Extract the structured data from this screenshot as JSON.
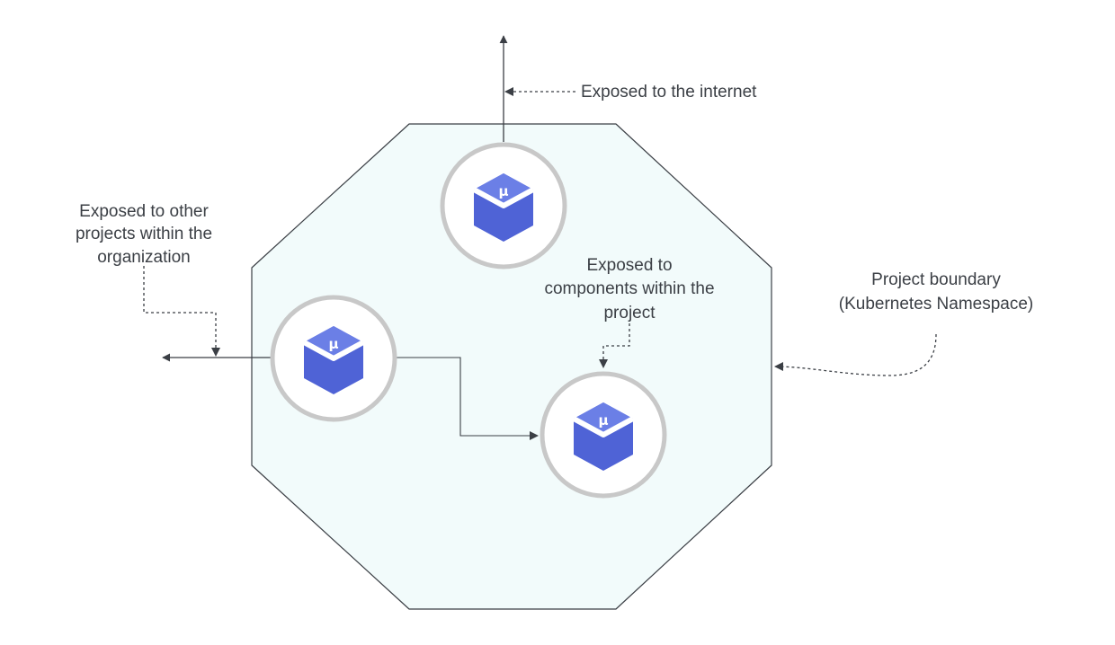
{
  "labels": {
    "internet": "Exposed to the internet",
    "organization": [
      "Exposed to other",
      "projects within the",
      "organization"
    ],
    "project": [
      "Exposed to",
      "components within the",
      "project"
    ],
    "boundary": [
      "Project boundary",
      "(Kubernetes Namespace)"
    ]
  },
  "components": [
    {
      "id": "top",
      "icon": "microservice-cube-icon",
      "glyph": "μ"
    },
    {
      "id": "left",
      "icon": "microservice-cube-icon",
      "glyph": "μ"
    },
    {
      "id": "bottom-right",
      "icon": "microservice-cube-icon",
      "glyph": "μ"
    }
  ],
  "colors": {
    "boundary_fill": "#f2fbfb",
    "boundary_stroke": "#3b3f45",
    "icon_blue": "#4f63d6",
    "icon_top": "#6b7fe6",
    "circle_stroke": "#c8c8c8",
    "line": "#3b3f45"
  }
}
